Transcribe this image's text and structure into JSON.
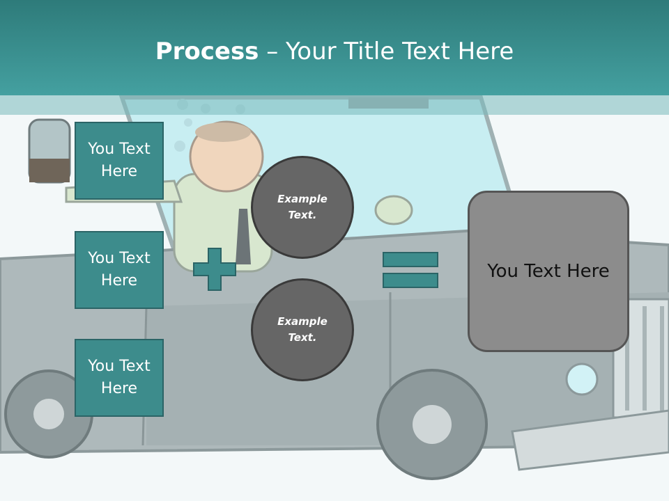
{
  "slide": {
    "title_strong": "Process",
    "title_rest": " – Your Title Text Here",
    "boxes": [
      "You Text Here",
      "You Text Here",
      "You Text Here"
    ],
    "circles": [
      "Example Text.",
      "Example Text."
    ],
    "result": "You Text Here"
  },
  "background": {
    "illustration": "cartoon-man-driving-car-holding-bottle"
  },
  "colors": {
    "header": "#3a9393",
    "box_fill": "#3d8c8c",
    "circle_fill": "#666666",
    "result_fill": "#8c8c8c"
  }
}
